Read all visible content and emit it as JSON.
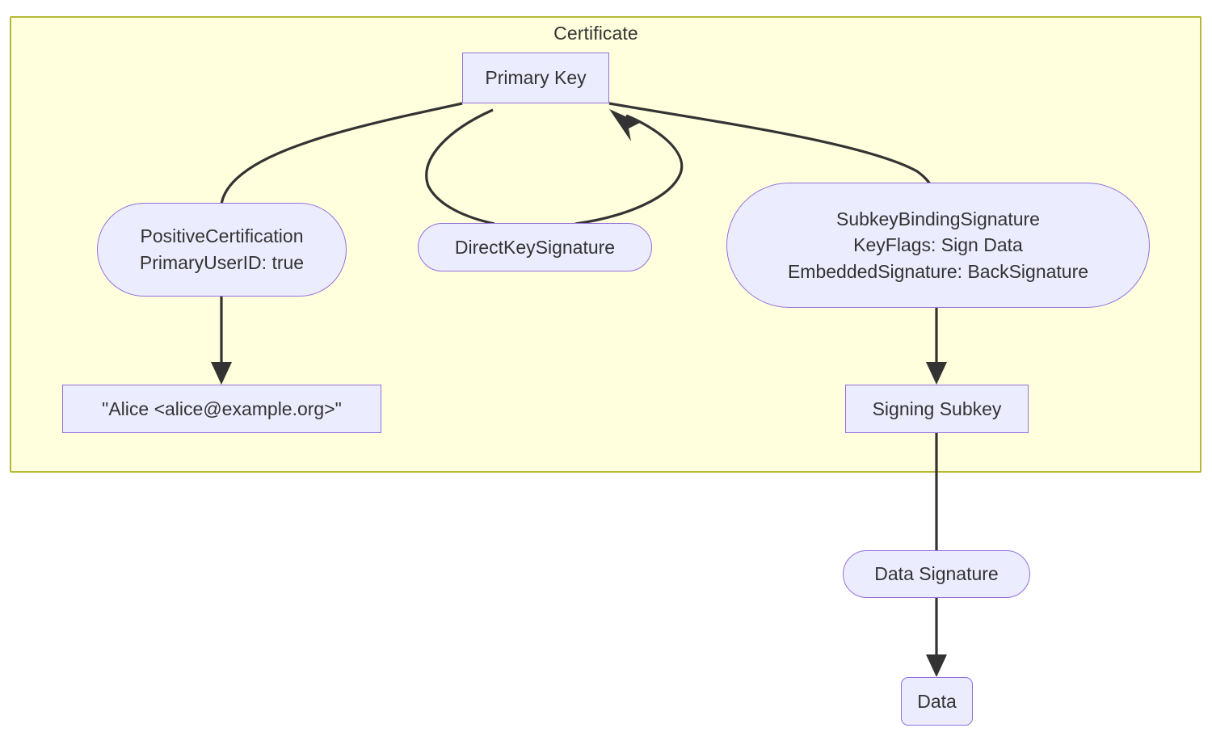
{
  "diagram": {
    "type": "flowchart",
    "direction": "top-down",
    "cluster": {
      "id": "certificate",
      "title": "Certificate",
      "fill": "#ffffde",
      "stroke": "#b7b737"
    },
    "node_style": {
      "fill": "#ececff",
      "stroke": "#9370db",
      "text": "#333333"
    },
    "edge_style": {
      "stroke": "#333333",
      "width": 3.2
    },
    "nodes": [
      {
        "id": "primary-key",
        "shape": "rect",
        "lines": [
          "Primary Key"
        ],
        "in_cluster": true
      },
      {
        "id": "positive-certification",
        "shape": "stadium",
        "lines": [
          "PositiveCertification",
          "PrimaryUserID: true"
        ],
        "in_cluster": true
      },
      {
        "id": "direct-key-signature",
        "shape": "stadium",
        "lines": [
          "DirectKeySignature"
        ],
        "in_cluster": true
      },
      {
        "id": "subkey-binding-signature",
        "shape": "stadium",
        "lines": [
          "SubkeyBindingSignature",
          "KeyFlags: Sign Data",
          "EmbeddedSignature: BackSignature"
        ],
        "in_cluster": true
      },
      {
        "id": "user-id",
        "shape": "rect",
        "lines": [
          "\"Alice <alice@example.org>\""
        ],
        "in_cluster": true
      },
      {
        "id": "signing-subkey",
        "shape": "rect",
        "lines": [
          "Signing Subkey"
        ],
        "in_cluster": true
      },
      {
        "id": "data-signature",
        "shape": "stadium",
        "lines": [
          "Data Signature"
        ],
        "in_cluster": false
      },
      {
        "id": "data",
        "shape": "rounded",
        "lines": [
          "Data"
        ],
        "in_cluster": false
      }
    ],
    "edges": [
      {
        "from": "primary-key",
        "to": "positive-certification",
        "arrow": false
      },
      {
        "from": "primary-key",
        "to": "direct-key-signature",
        "arrow": false
      },
      {
        "from": "direct-key-signature",
        "to": "primary-key",
        "arrow": true
      },
      {
        "from": "primary-key",
        "to": "subkey-binding-signature",
        "arrow": false
      },
      {
        "from": "positive-certification",
        "to": "user-id",
        "arrow": true
      },
      {
        "from": "subkey-binding-signature",
        "to": "signing-subkey",
        "arrow": true
      },
      {
        "from": "signing-subkey",
        "to": "data-signature",
        "arrow": false
      },
      {
        "from": "data-signature",
        "to": "data",
        "arrow": true
      }
    ]
  }
}
